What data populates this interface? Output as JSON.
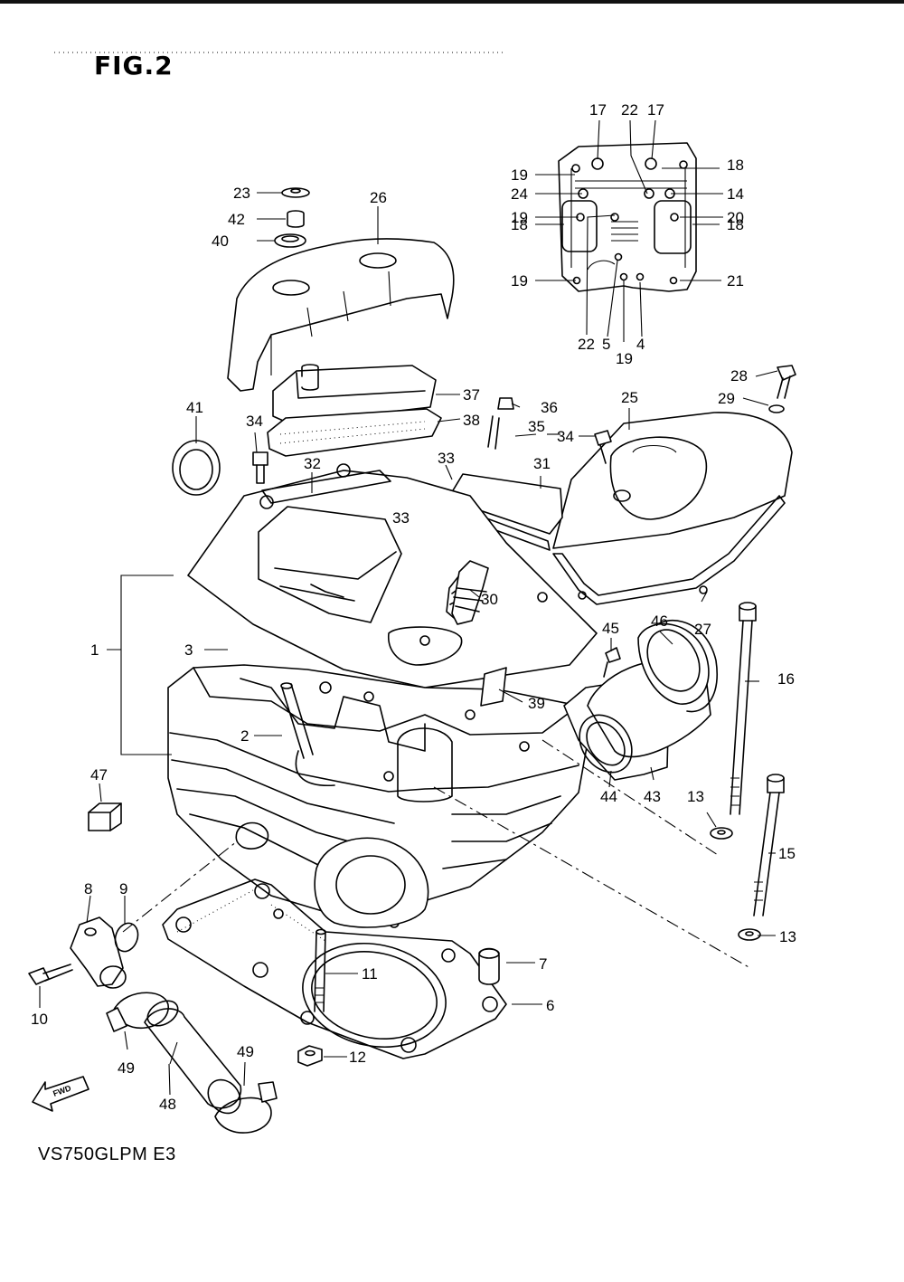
{
  "figure": {
    "title": "FIG.2",
    "model_code": "VS750GLPM E3",
    "fwd_label": "FWD"
  },
  "callouts": [
    "1",
    "2",
    "3",
    "4",
    "5",
    "6",
    "7",
    "8",
    "9",
    "10",
    "11",
    "12",
    "13",
    "13",
    "14",
    "15",
    "16",
    "17",
    "17",
    "18",
    "18",
    "18",
    "19",
    "19",
    "19",
    "19",
    "20",
    "21",
    "22",
    "22",
    "23",
    "24",
    "25",
    "26",
    "27",
    "28",
    "29",
    "30",
    "31",
    "32",
    "33",
    "33",
    "34",
    "34",
    "35",
    "36",
    "37",
    "38",
    "39",
    "40",
    "41",
    "42",
    "43",
    "44",
    "45",
    "46",
    "47",
    "48",
    "49",
    "49"
  ]
}
